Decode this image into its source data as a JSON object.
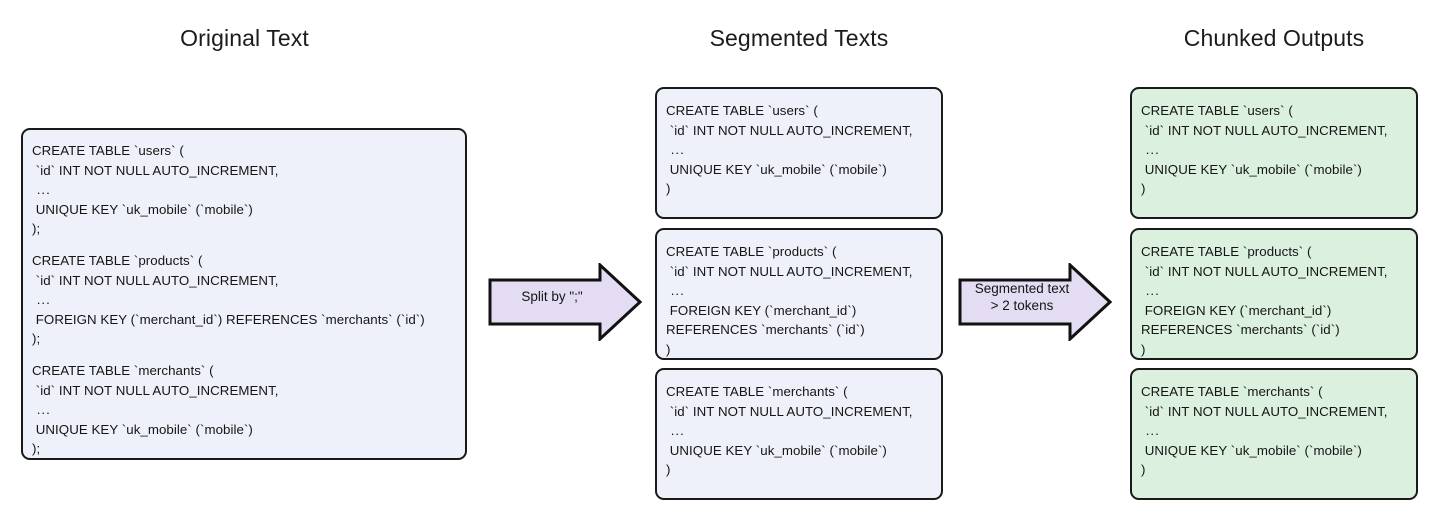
{
  "columns": {
    "original": {
      "title": "Original Text"
    },
    "segmented": {
      "title": "Segmented Texts"
    },
    "chunked": {
      "title": "Chunked Outputs"
    }
  },
  "original_text": {
    "blocks": [
      {
        "lines": [
          "CREATE TABLE `users` (",
          " `id` INT NOT NULL AUTO_INCREMENT,",
          " ...",
          " UNIQUE KEY `uk_mobile` (`mobile`)",
          ");"
        ]
      },
      {
        "lines": [
          "CREATE TABLE `products` (",
          " `id` INT NOT NULL AUTO_INCREMENT,",
          " ...",
          " FOREIGN KEY (`merchant_id`) REFERENCES `merchants` (`id`)",
          ");"
        ]
      },
      {
        "lines": [
          "CREATE TABLE `merchants` (",
          " `id` INT NOT NULL AUTO_INCREMENT,",
          " ...",
          " UNIQUE KEY `uk_mobile` (`mobile`)",
          ");"
        ]
      }
    ]
  },
  "segmented_texts": [
    {
      "lines": [
        "CREATE TABLE `users` (",
        " `id` INT NOT NULL AUTO_INCREMENT,",
        " ...",
        " UNIQUE KEY `uk_mobile` (`mobile`)",
        ")"
      ]
    },
    {
      "lines": [
        "CREATE TABLE `products` (",
        " `id` INT NOT NULL AUTO_INCREMENT,",
        " ...",
        " FOREIGN KEY (`merchant_id`) REFERENCES `merchants` (`id`)",
        ")"
      ]
    },
    {
      "lines": [
        "CREATE TABLE `merchants` (",
        " `id` INT NOT NULL AUTO_INCREMENT,",
        " ...",
        " UNIQUE KEY `uk_mobile` (`mobile`)",
        ")"
      ]
    }
  ],
  "chunked_outputs": [
    {
      "lines": [
        "CREATE TABLE `users` (",
        " `id` INT NOT NULL AUTO_INCREMENT,",
        " ...",
        " UNIQUE KEY `uk_mobile` (`mobile`)",
        ")"
      ]
    },
    {
      "lines": [
        "CREATE TABLE `products` (",
        " `id` INT NOT NULL AUTO_INCREMENT,",
        " ...",
        " FOREIGN KEY (`merchant_id`) REFERENCES `merchants` (`id`)",
        ")"
      ]
    },
    {
      "lines": [
        "CREATE TABLE `merchants` (",
        " `id` INT NOT NULL AUTO_INCREMENT,",
        " ...",
        " UNIQUE KEY `uk_mobile` (`mobile`)",
        ")"
      ]
    }
  ],
  "arrows": [
    {
      "label": "Split by \";\""
    },
    {
      "label": "Segmented text\n> 2 tokens"
    }
  ],
  "colors": {
    "box_blue_fill": "#eef1f9",
    "box_green_fill": "#dbf0de",
    "box_border": "#1a1a1a",
    "arrow_fill": "#e3dcf3",
    "arrow_border": "#111111",
    "text": "#151515",
    "title_text": "#1b1b1b",
    "background": "#ffffff"
  }
}
